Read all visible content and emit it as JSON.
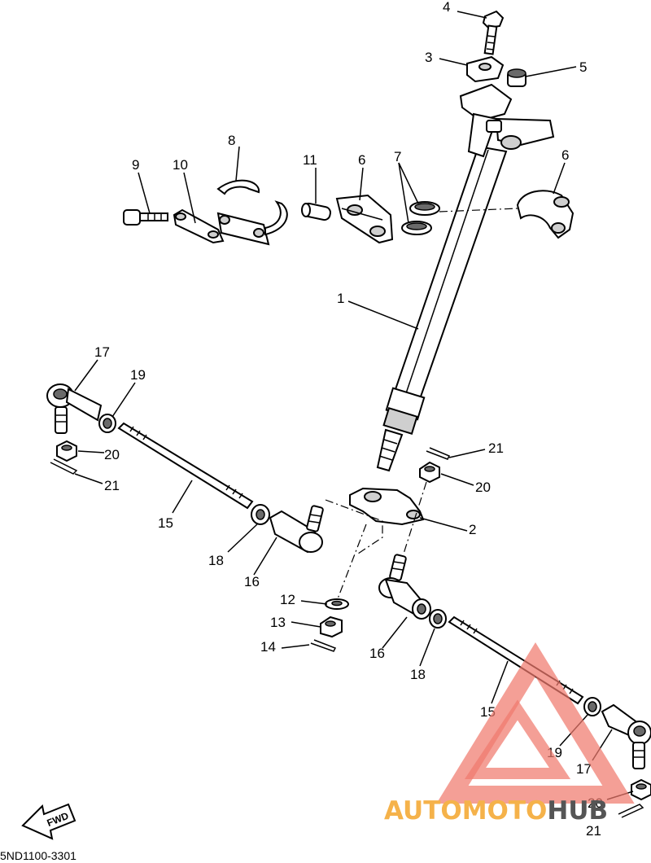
{
  "diagram_code": "5ND1100-3301",
  "fwd_label": "FWD",
  "callouts": {
    "c1": "1",
    "c2": "2",
    "c3": "3",
    "c4": "4",
    "c5": "5",
    "c6a": "6",
    "c6b": "6",
    "c7": "7",
    "c8": "8",
    "c9": "9",
    "c10": "10",
    "c11": "11",
    "c12": "12",
    "c13": "13",
    "c14": "14",
    "c15a": "15",
    "c15b": "15",
    "c16a": "16",
    "c16b": "16",
    "c17a": "17",
    "c17b": "17",
    "c18a": "18",
    "c18b": "18",
    "c19a": "19",
    "c19b": "19",
    "c20a": "20",
    "c20b": "20",
    "c20c": "20",
    "c21a": "21",
    "c21b": "21",
    "c21c": "21"
  },
  "watermark": {
    "part1": "AUTOMOTO",
    "part2": "HUB",
    "color_primary": "#f07a6e",
    "color_secondary": "#f5b24a",
    "color_tertiary": "#555555"
  }
}
